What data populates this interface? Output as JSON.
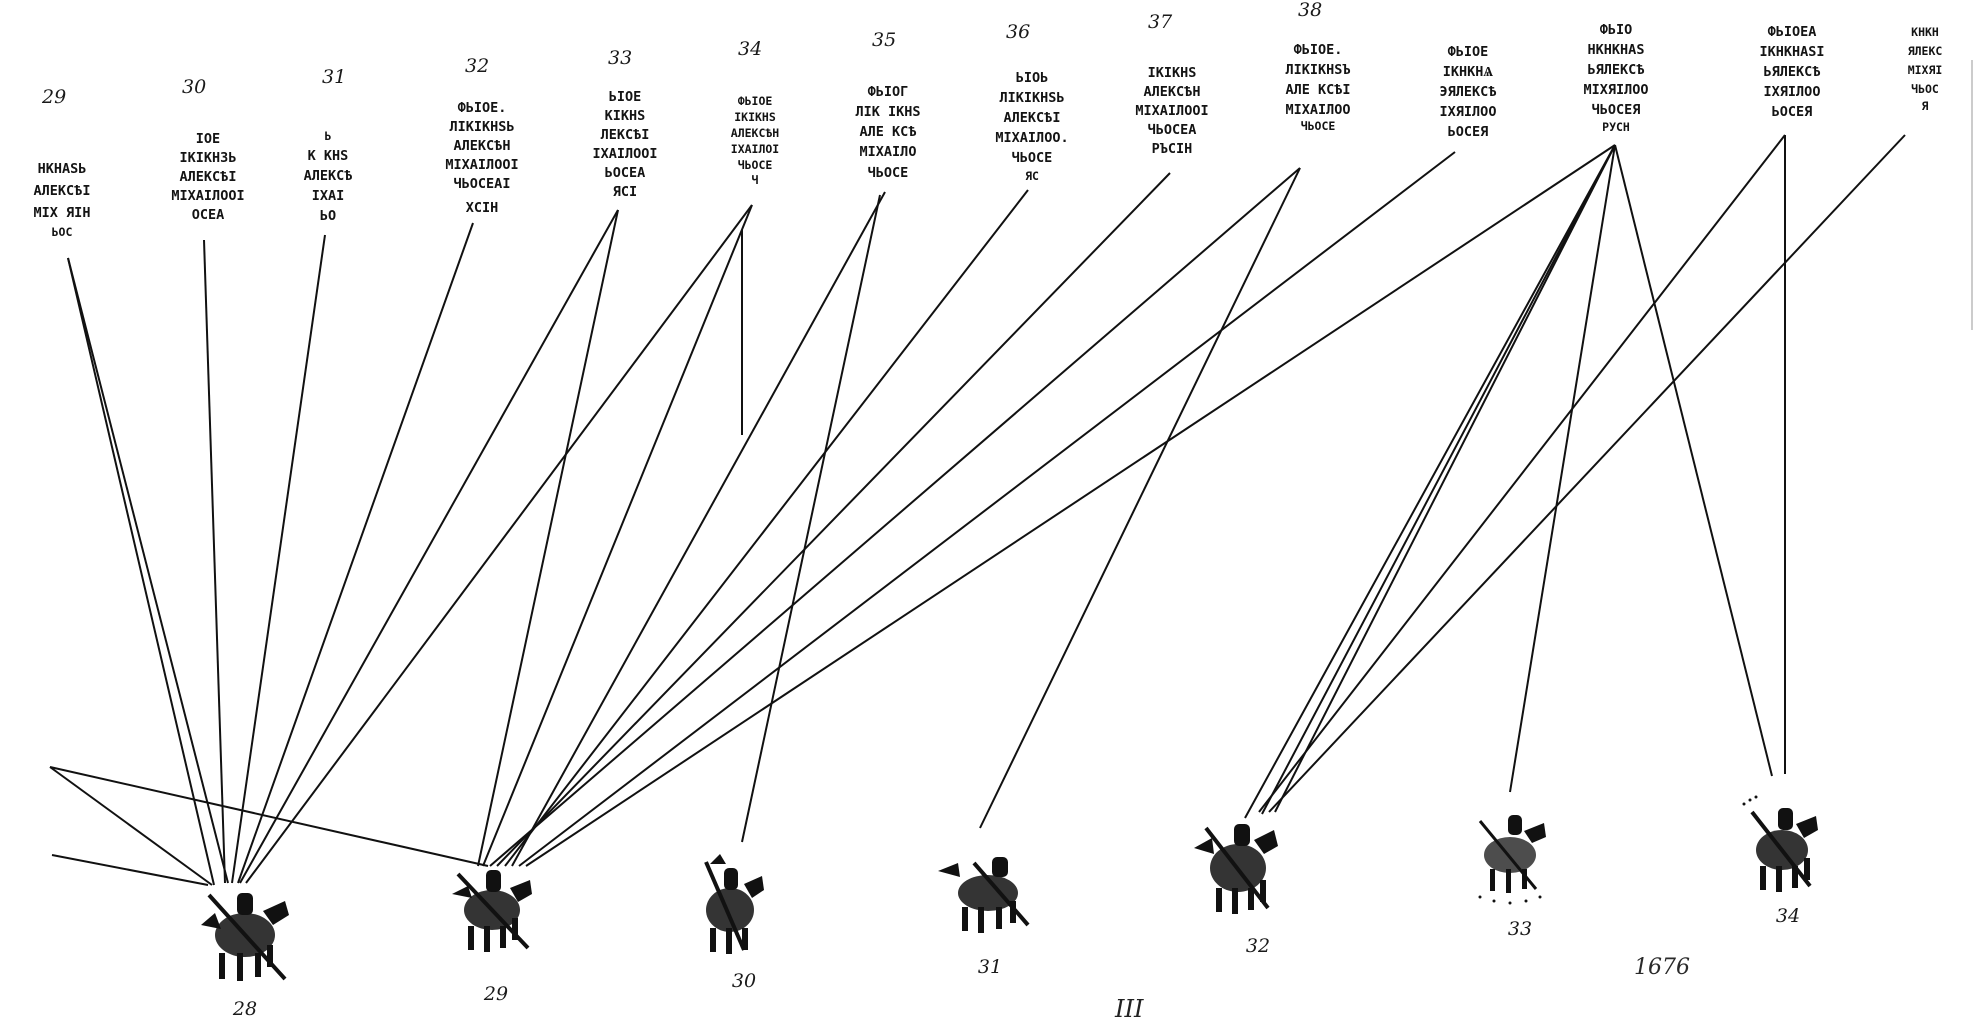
{
  "inscriptions": [
    {
      "number": "29",
      "lines": [
        "НКНАЅЬ",
        "АЛЕКСѢІ",
        "МІХ ЯІН",
        "ЬОС"
      ]
    },
    {
      "number": "30",
      "lines": [
        "ІОЕ",
        "ІКІКНЗЬ",
        "АЛЕКСѢІ",
        "МІХАІЛООІ",
        "ОСЕА"
      ]
    },
    {
      "number": "31",
      "lines": [
        "Ь",
        "К КНS",
        "АЛЕКСѢ",
        "ІХАІ",
        "ЬО"
      ]
    },
    {
      "number": "32",
      "lines": [
        "ФЬІОЕ.",
        "ЛІКІКНЅЬ",
        "АЛЕКСѢН",
        "МІХАІЛООІ",
        "ЧЬОСЕАІ",
        "ХСІН"
      ]
    },
    {
      "number": "33",
      "lines": [
        "ЬІОЕ",
        "КІКНЅ",
        "ЛЕКСѢІ",
        "ІХАІЛООІ",
        "ЬОСЕА",
        "ЯСІ"
      ]
    },
    {
      "number": "34",
      "lines": [
        "ФЬІОЕ",
        "ІКІКНЅ",
        "АЛЕКСѢН",
        "ІХАІЛОІ",
        "ЧЬОСЕ",
        "Ч"
      ]
    },
    {
      "number": "35",
      "lines": [
        "ФЬІОГ",
        "ЛІК ІКНЅ",
        "АЛЕ КСѢ",
        "МІХАІЛО",
        "ЧЬОСЕ"
      ]
    },
    {
      "number": "36",
      "lines": [
        "ЬІОЬ",
        "ЛІКІКНЅЬ",
        "АЛЕКСѢІ",
        "МІХАІЛОО.",
        "ЧЬОСЕ",
        "ЯС"
      ]
    },
    {
      "number": "37",
      "lines": [
        "ІКІКНЅ",
        "АЛЕКСѢН",
        "МІХАІЛООІ",
        "ЧЬОСЕА",
        "РЪСІН"
      ]
    },
    {
      "number": "38",
      "lines": [
        "ФЬІОЕ.",
        "ЛІКІКНЅЪ",
        "АЛЕ КСѢІ",
        "МІХАІЛОО",
        "ЧЬОСЕ"
      ]
    },
    {
      "number": "",
      "lines": [
        "ФЬІОЕ",
        "ІКНКНѦ",
        "ЭЯЛЕКСѢ",
        "ІХЯІЛОО",
        "ЬОСЕЯ"
      ]
    },
    {
      "number": "",
      "lines": [
        "ФЬІО",
        "НКНКНАЅ",
        "ЬЯЛЕКСѢ",
        "МІХЯІЛОО",
        "ЧЬОСЕЯ",
        "РУСН"
      ]
    },
    {
      "number": "",
      "lines": [
        "ФЬІОЕА",
        "ІКНКНАЅІ",
        "ЬЯЛЕКСѢ",
        "ІХЯІЛОО",
        "ЬОСЕЯ"
      ]
    },
    {
      "number": "",
      "lines": [
        "КНКН",
        "ЯЛЕКС",
        "МІХЯІ",
        "ЧЬОС",
        "Я"
      ]
    }
  ],
  "seals": [
    {
      "number": "28"
    },
    {
      "number": "29"
    },
    {
      "number": "30"
    },
    {
      "number": "31"
    },
    {
      "number": "32"
    },
    {
      "number": "33"
    },
    {
      "number": "34"
    }
  ],
  "section_label": "III",
  "year": "1676"
}
